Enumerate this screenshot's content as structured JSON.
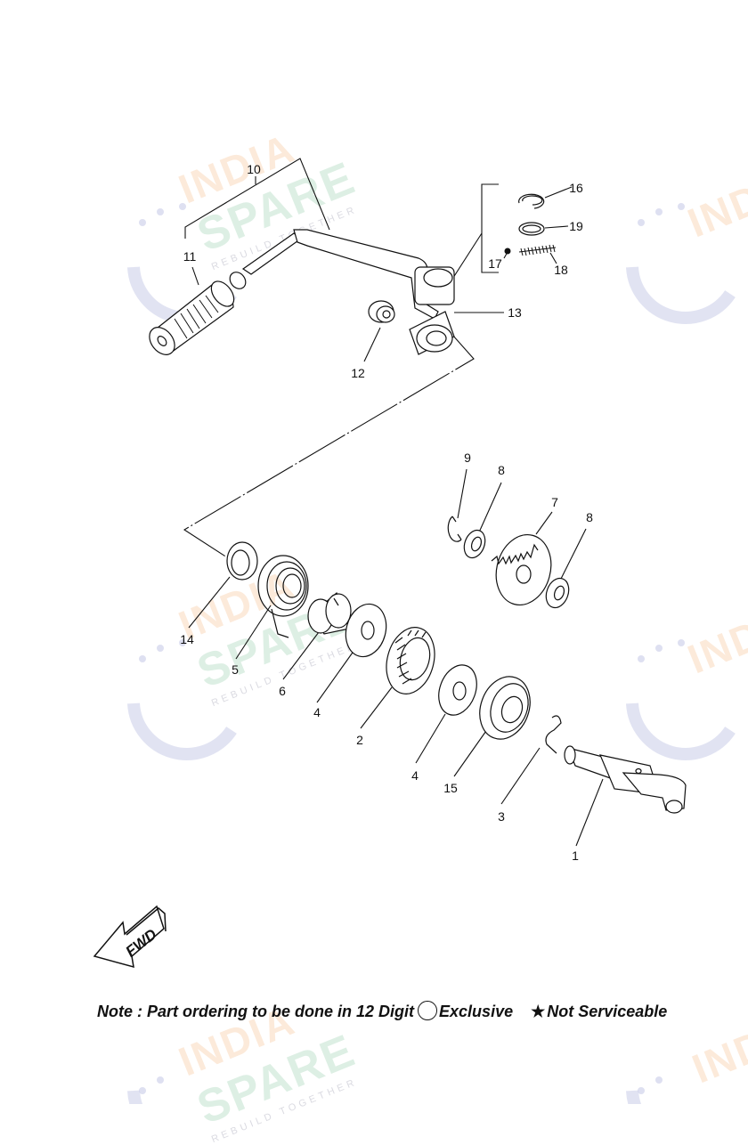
{
  "callouts": {
    "c1": "1",
    "c2": "2",
    "c3": "3",
    "c4a": "4",
    "c4b": "4",
    "c5": "5",
    "c6": "6",
    "c7": "7",
    "c8a": "8",
    "c8b": "8",
    "c9": "9",
    "c10": "10",
    "c11": "11",
    "c12": "12",
    "c13": "13",
    "c14": "14",
    "c15": "15",
    "c16": "16",
    "c17": "17",
    "c18": "18",
    "c19": "19"
  },
  "fwd_label": "FWD",
  "note": {
    "text": "Note : Part ordering to be done in 12 Digit",
    "exclusive": "Exclusive",
    "not_serviceable": "Not Serviceable"
  },
  "watermark": {
    "line1": "INDIA",
    "line2": "SPARE",
    "tagline": "REBUILD TOGETHER"
  },
  "colors": {
    "line": "#111111",
    "watermark_orange": "#f5c496",
    "watermark_green": "#96cdaa",
    "watermark_icon": "#c8cce8"
  }
}
